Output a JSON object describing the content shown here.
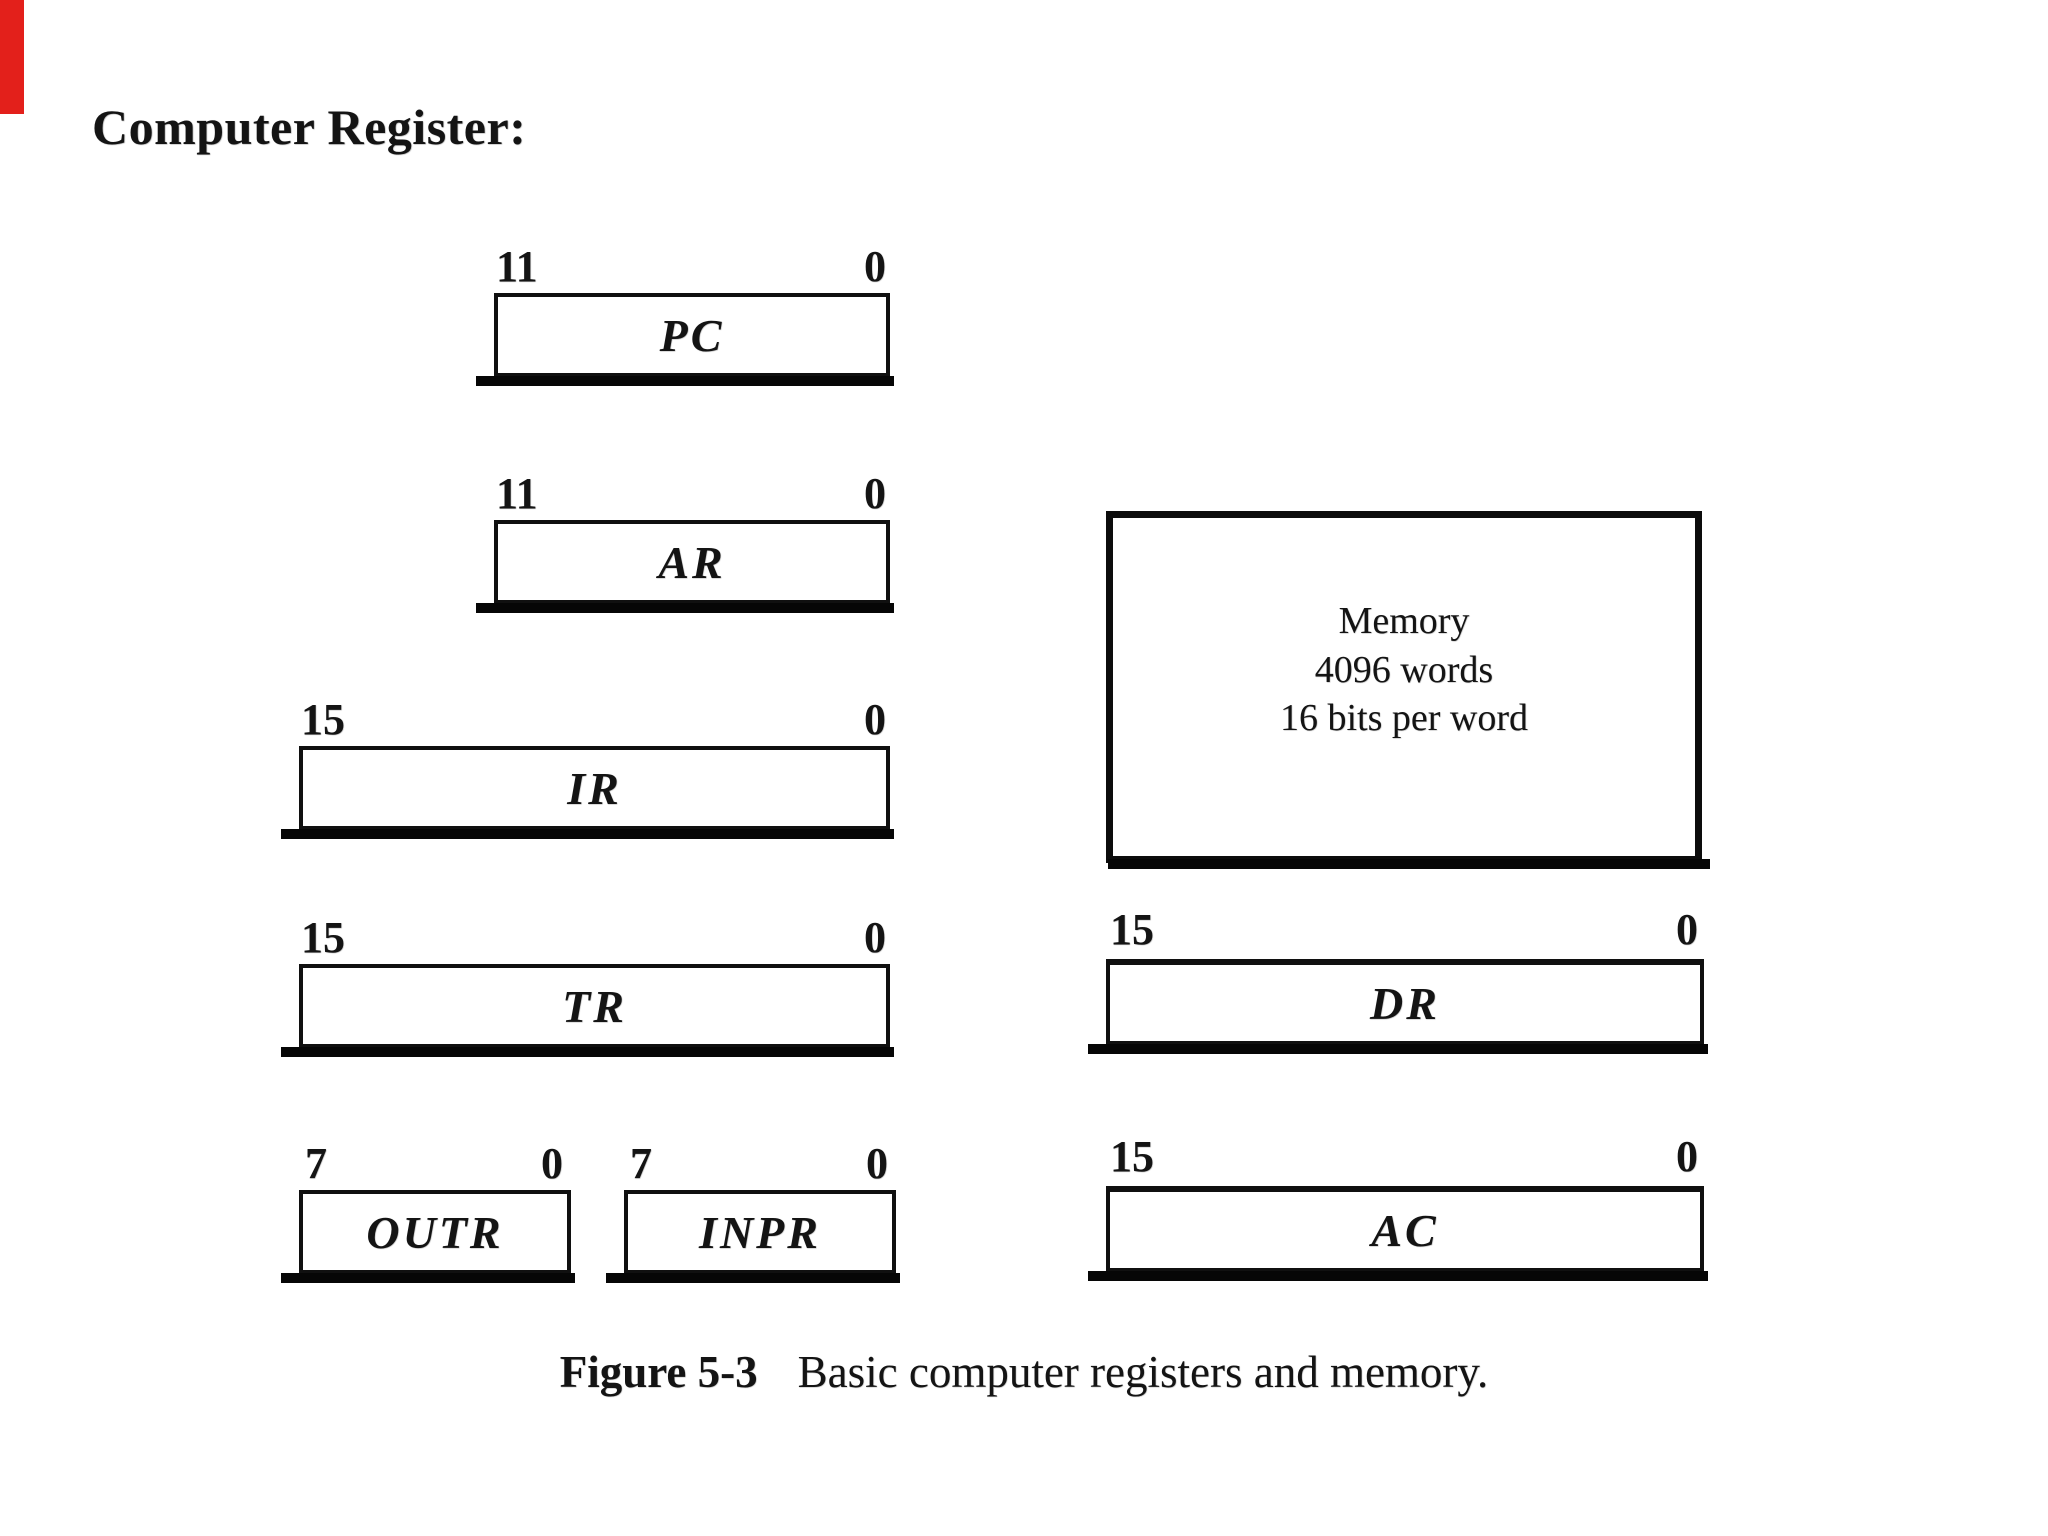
{
  "page": {
    "title": "Computer Register:"
  },
  "decoration": {
    "red_bar_color": "#e3201b",
    "ink_color": "#141414"
  },
  "figure": {
    "caption_label": "Figure 5-3",
    "caption_text": "Basic computer registers and memory.",
    "memory": {
      "lines": [
        "Memory",
        "4096 words",
        "16 bits per word"
      ]
    },
    "registers": [
      {
        "id": "pc",
        "label": "PC",
        "high_bit": "11",
        "low_bit": "0"
      },
      {
        "id": "ar",
        "label": "AR",
        "high_bit": "11",
        "low_bit": "0"
      },
      {
        "id": "ir",
        "label": "IR",
        "high_bit": "15",
        "low_bit": "0"
      },
      {
        "id": "tr",
        "label": "TR",
        "high_bit": "15",
        "low_bit": "0"
      },
      {
        "id": "outr",
        "label": "OUTR",
        "high_bit": "7",
        "low_bit": "0"
      },
      {
        "id": "inpr",
        "label": "INPR",
        "high_bit": "7",
        "low_bit": "0"
      },
      {
        "id": "dr",
        "label": "DR",
        "high_bit": "15",
        "low_bit": "0"
      },
      {
        "id": "ac",
        "label": "AC",
        "high_bit": "15",
        "low_bit": "0"
      }
    ]
  }
}
